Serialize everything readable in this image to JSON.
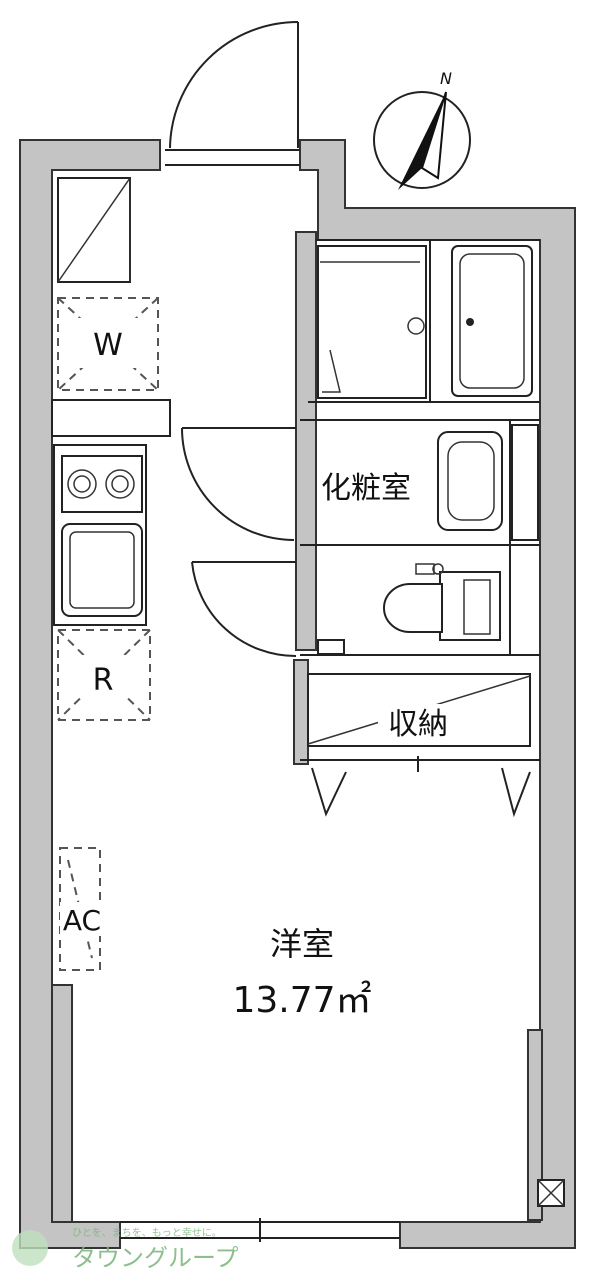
{
  "compass": {
    "north_label": "N",
    "icon": "north-arrow-icon"
  },
  "rooms": {
    "western_room": {
      "name": "洋室",
      "area": "13.77㎡"
    },
    "powder_room": {
      "name": "化粧室"
    },
    "storage": {
      "name": "収納"
    }
  },
  "fixtures": {
    "washer_space": "W",
    "refrigerator_space": "R",
    "air_conditioner": "AC"
  },
  "watermark": {
    "company": "タウングループ",
    "small_text": "ひとを、まちを、もっと幸せに。"
  },
  "colors": {
    "wall": "#c4c4c4",
    "line": "#222222",
    "watermark": "#7ab57a"
  }
}
